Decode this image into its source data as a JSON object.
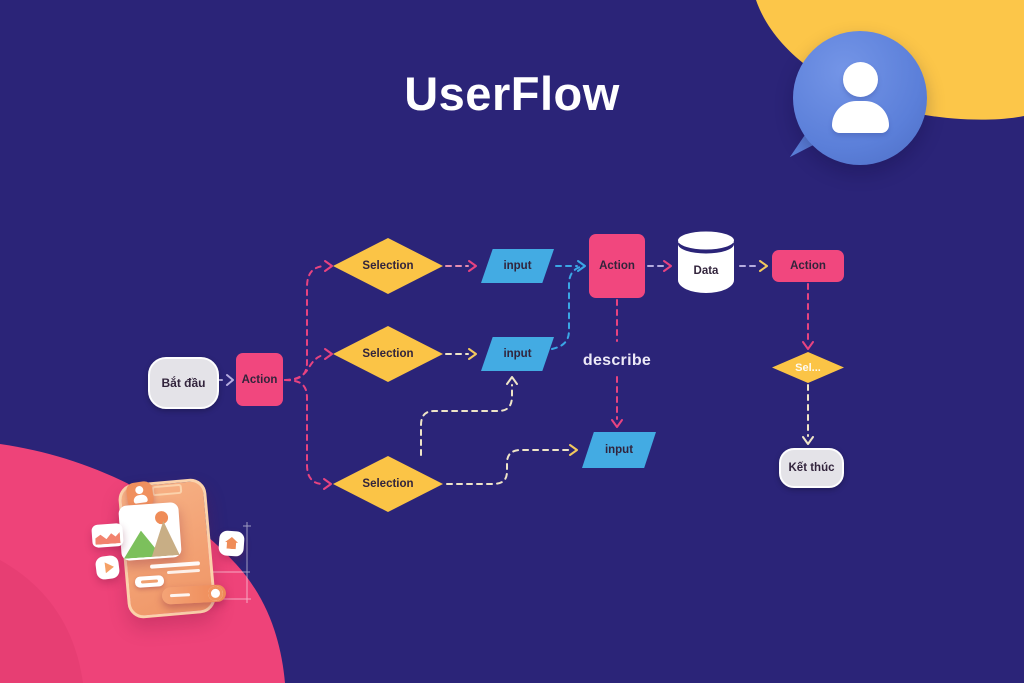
{
  "title": "UserFlow",
  "palette": {
    "background": "#2b2478",
    "pink": "#f1477e",
    "yellow": "#fbc446",
    "blue": "#43abe3",
    "node_gray": "#e4e3e8",
    "node_text": "#32243c",
    "pink_line": "#e84380",
    "lavender_line": "#b5acdf",
    "cream_line": "#efe5c8",
    "blue_line": "#3aa7e6",
    "bubble_blue": "#5b7fd9",
    "blob_yellow": "#fcc649",
    "blob_pink": "#ee4379"
  },
  "flowchart": {
    "start": {
      "label": "Bắt đầu"
    },
    "action_main": {
      "label": "Action"
    },
    "selection_top": {
      "label": "Selection"
    },
    "selection_mid": {
      "label": "Selection"
    },
    "selection_bottom": {
      "label": "Selection"
    },
    "input_top": {
      "label": "input"
    },
    "input_mid": {
      "label": "input"
    },
    "input_bottom": {
      "label": "input"
    },
    "action_process": {
      "label": "Action"
    },
    "data_store": {
      "label": "Data"
    },
    "action_final": {
      "label": "Action"
    },
    "selection_final": {
      "label": "Sel..."
    },
    "end": {
      "label": "Kết thúc"
    },
    "annotation": {
      "label": "describe"
    }
  }
}
